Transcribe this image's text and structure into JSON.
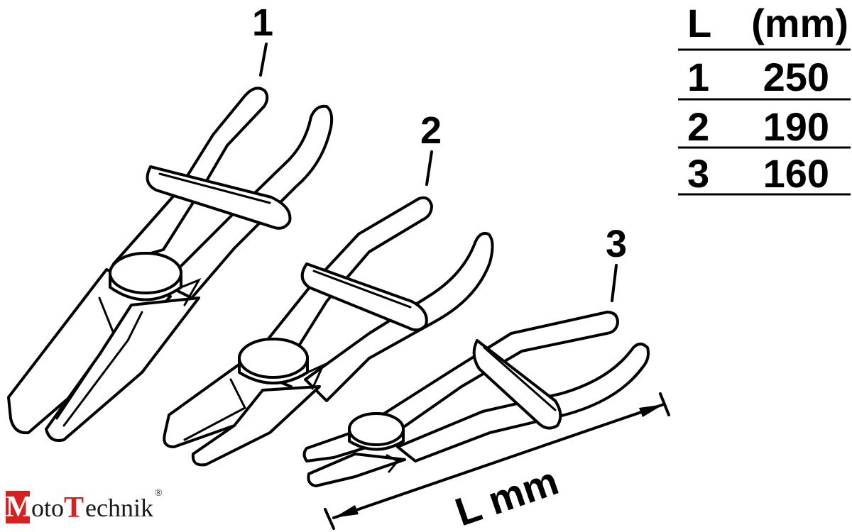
{
  "labels": {
    "tool_1": "1",
    "tool_2": "2",
    "tool_3": "3",
    "dimension": "L mm"
  },
  "table": {
    "header_col1": "L",
    "header_col2": "(mm)",
    "rows": [
      {
        "index": "1",
        "length": "250"
      },
      {
        "index": "2",
        "length": "190"
      },
      {
        "index": "3",
        "length": "160"
      }
    ]
  },
  "logo": {
    "first_letter": "M",
    "part1": "oto",
    "second_letter": "T",
    "part2": "echnik",
    "registered": "®"
  },
  "colors": {
    "line": "#000000",
    "background": "#ffffff",
    "logo_red": "#d6211f"
  }
}
